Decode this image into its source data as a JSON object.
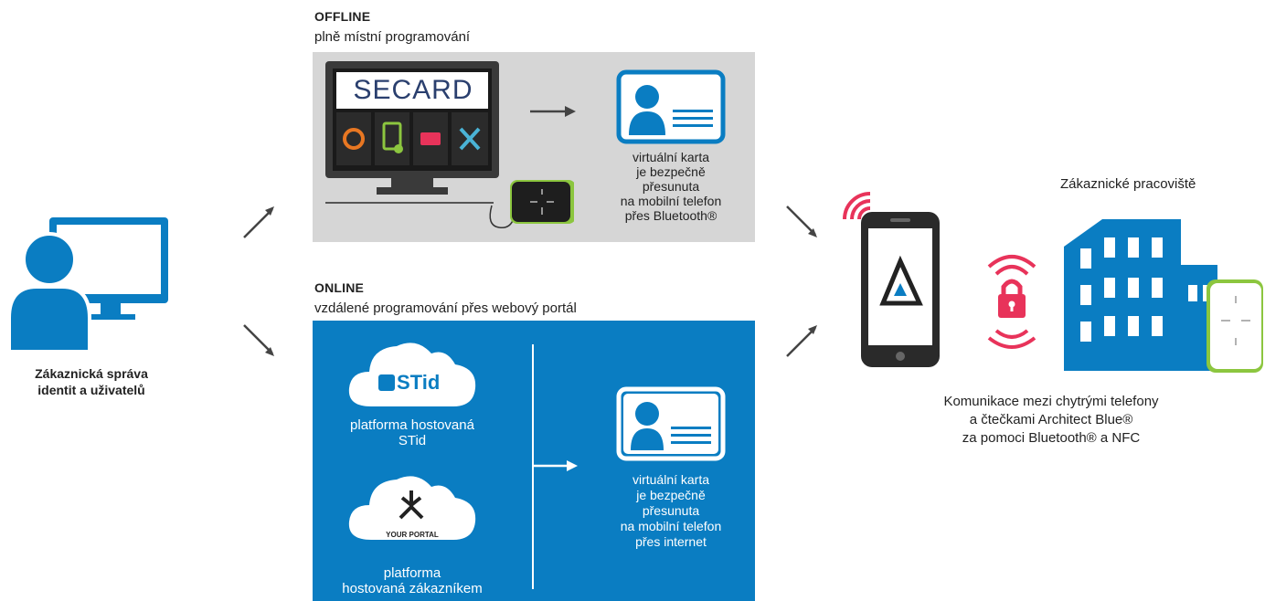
{
  "left": {
    "label_line1": "Zákaznická správa",
    "label_line2": "identit a uživatelů"
  },
  "offline": {
    "title": "OFFLINE",
    "subtitle": "plně místní programování",
    "software_logo": "SECARD",
    "card_text": [
      "virtuální karta",
      "je bezpečně",
      "přesunuta",
      "na mobilní telefon",
      "přes Bluetooth®"
    ]
  },
  "online": {
    "title": "ONLINE",
    "subtitle": "vzdálené programování přes webový portál",
    "stid_logo": "STid",
    "stid_platform": [
      "platforma hostovaná",
      "STid"
    ],
    "portal_logo": "YOUR PORTAL",
    "customer_platform": [
      "platforma",
      "hostovaná zákazníkem"
    ],
    "card_text": [
      "virtuální karta",
      "je bezpečně",
      "přesunuta",
      "na mobilní telefon",
      "přes internet"
    ]
  },
  "right": {
    "workplace_label": "Zákaznické pracoviště",
    "communication": [
      "Komunikace mezi chytrými telefony",
      "a čtečkami Architect Blue®",
      "za pomoci Bluetooth® a NFC"
    ]
  },
  "colors": {
    "blue": "#0a7dc2",
    "offline_bg": "#d6d6d6",
    "green": "#8cc63f",
    "pink": "#e8335a"
  }
}
